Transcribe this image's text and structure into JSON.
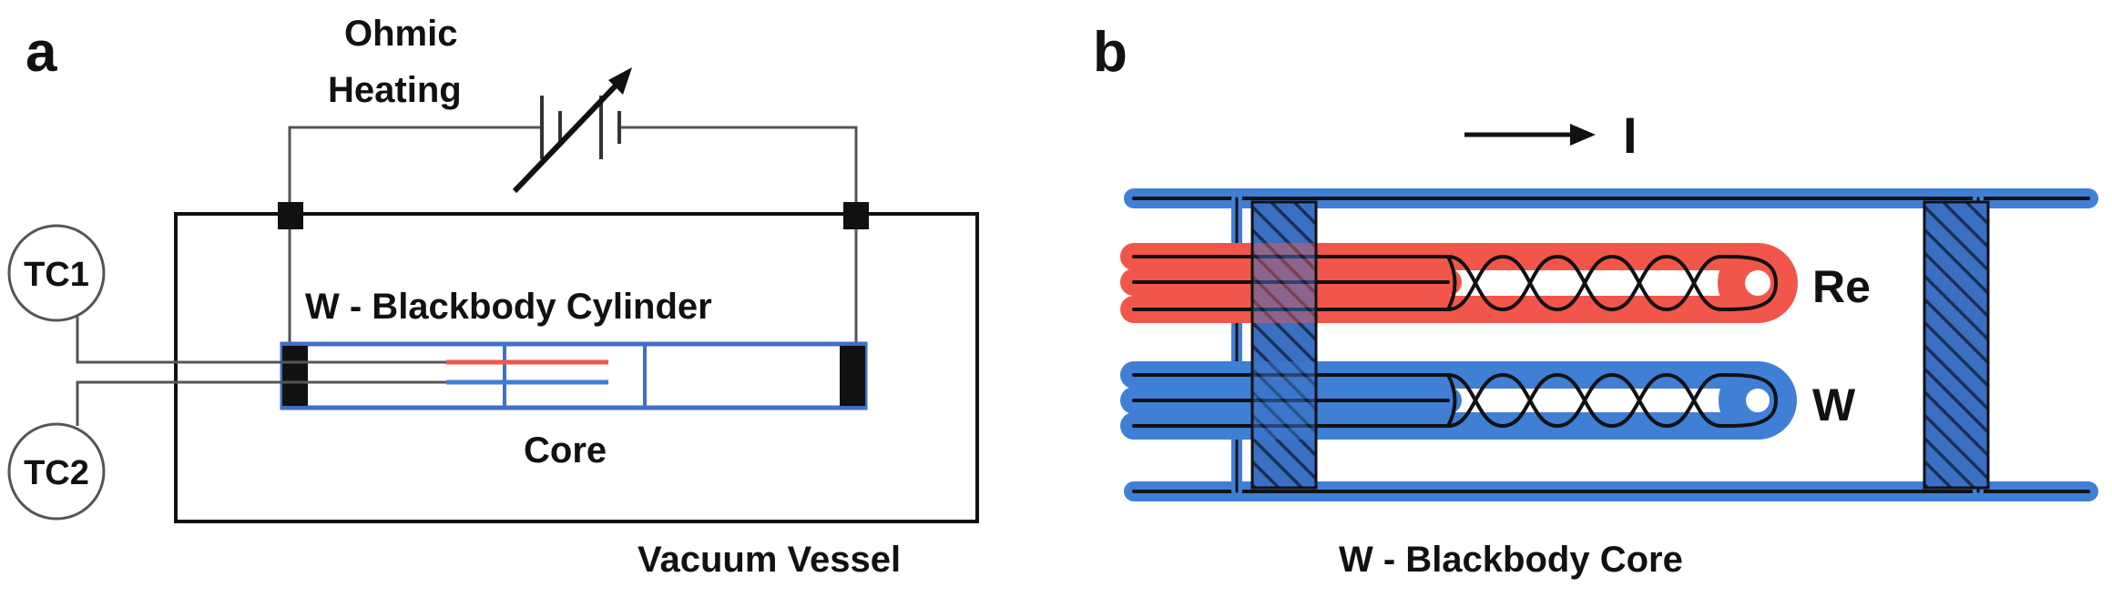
{
  "panel_a": {
    "letter": "a",
    "label_ohmic_line1": "Ohmic",
    "label_ohmic_line2": "Heating",
    "label_cylinder": "W - Blackbody Cylinder",
    "label_core": "Core",
    "label_vessel": "Vacuum Vessel",
    "label_tc1": "TC1",
    "label_tc2": "TC2"
  },
  "panel_b": {
    "letter": "b",
    "label_current": "I",
    "label_re": "Re",
    "label_w": "W",
    "label_title": "W - Blackbody Core"
  },
  "colors": {
    "re_red": "#f2564a",
    "w_blue": "#3f7fd6",
    "wire": "#111111",
    "hatch": "#2f5fa8"
  }
}
